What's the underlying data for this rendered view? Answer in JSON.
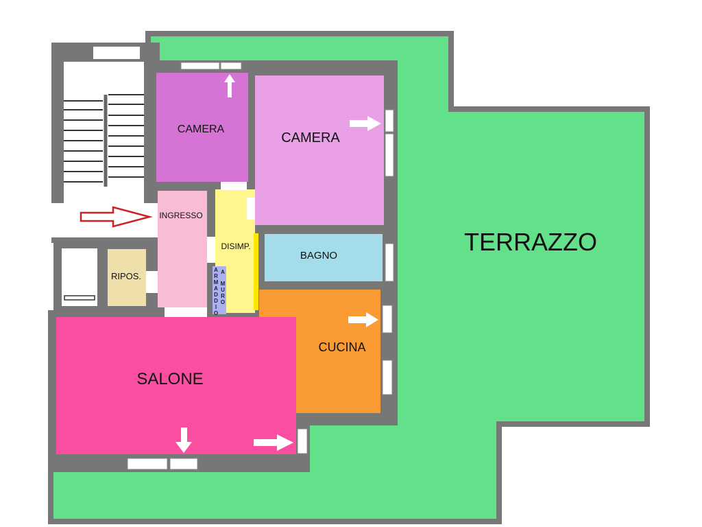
{
  "plan": {
    "rooms": {
      "terrazzo": "TERRAZZO",
      "camera_1": "CAMERA",
      "camera_2": "CAMERA",
      "ingresso": "INGRESSO",
      "disimpegno": "DISIMP.",
      "bagno": "BAGNO",
      "cucina": "CUCINA",
      "salone": "SALONE",
      "ripostiglio": "RIPOS.",
      "armadi_col1": [
        "A",
        "R",
        "M",
        "A",
        "D",
        "D",
        "I",
        "O"
      ],
      "armadi_col2": [
        "A",
        "M",
        "U",
        "R",
        "O"
      ]
    },
    "colors": {
      "terrazzo": "#62e08a",
      "wall": "#777777",
      "camera_1": "#d674d6",
      "camera_2": "#e9a0e6",
      "ingresso": "#f8bcd4",
      "disimpegno": "#fff78e",
      "bagno": "#a4dcea",
      "cucina": "#fa9a35",
      "salone": "#fa4fa0",
      "ripostiglio": "#efdfaa",
      "armadi": "#aab0f0",
      "entrance_arrow": "#cc2222"
    },
    "icons": [
      "entrance-arrow-icon",
      "window-arrow-icon"
    ]
  }
}
